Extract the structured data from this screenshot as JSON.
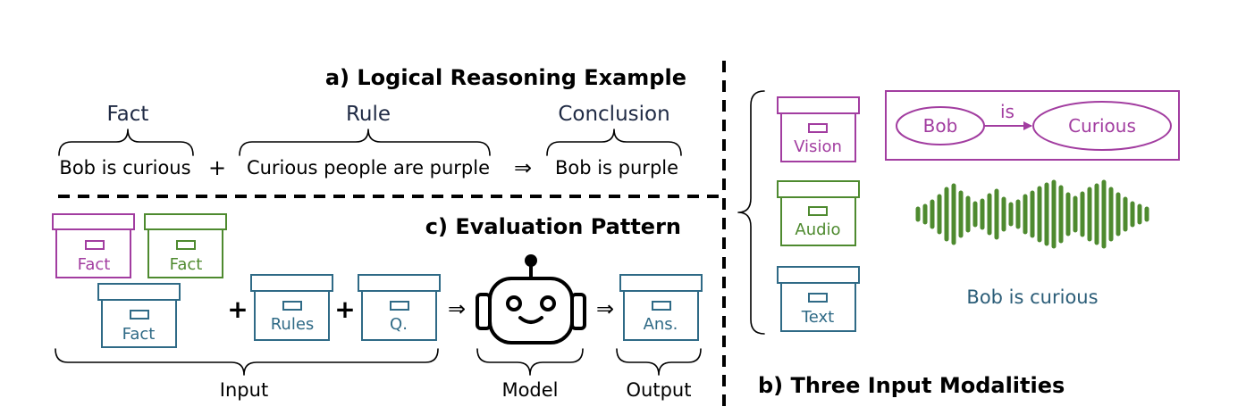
{
  "colors": {
    "purple": "#a23da0",
    "green": "#4e8a2f",
    "blue": "#2f6a86",
    "text_blue": "#2b5d78"
  },
  "section_a": {
    "title": "a) Logical Reasoning Example",
    "fact_label": "Fact",
    "rule_label": "Rule",
    "conclusion_label": "Conclusion",
    "fact_text": "Bob is curious",
    "plus": "+",
    "rule_text": "Curious people are purple",
    "implies": "⇒",
    "conclusion_text": "Bob is purple"
  },
  "section_b": {
    "title": "b) Three Input Modalities",
    "vision_label": "Vision",
    "audio_label": "Audio",
    "text_label": "Text",
    "graph_node_1": "Bob",
    "graph_edge": "is",
    "graph_node_2": "Curious",
    "text_sample": "Bob is curious",
    "waveform_heights": [
      12,
      18,
      28,
      40,
      56,
      64,
      48,
      36,
      24,
      30,
      42,
      52,
      34,
      22,
      28,
      40,
      48,
      58,
      66,
      72,
      60,
      44,
      36,
      46,
      56,
      64,
      72,
      56,
      44,
      34,
      24,
      18,
      12
    ]
  },
  "section_c": {
    "title": "c) Evaluation Pattern",
    "fact_label": "Fact",
    "rules_label": "Rules",
    "question_label": "Q.",
    "answer_label": "Ans.",
    "plus": "+",
    "implies": "⇒",
    "input_label": "Input",
    "model_label": "Model",
    "output_label": "Output"
  }
}
